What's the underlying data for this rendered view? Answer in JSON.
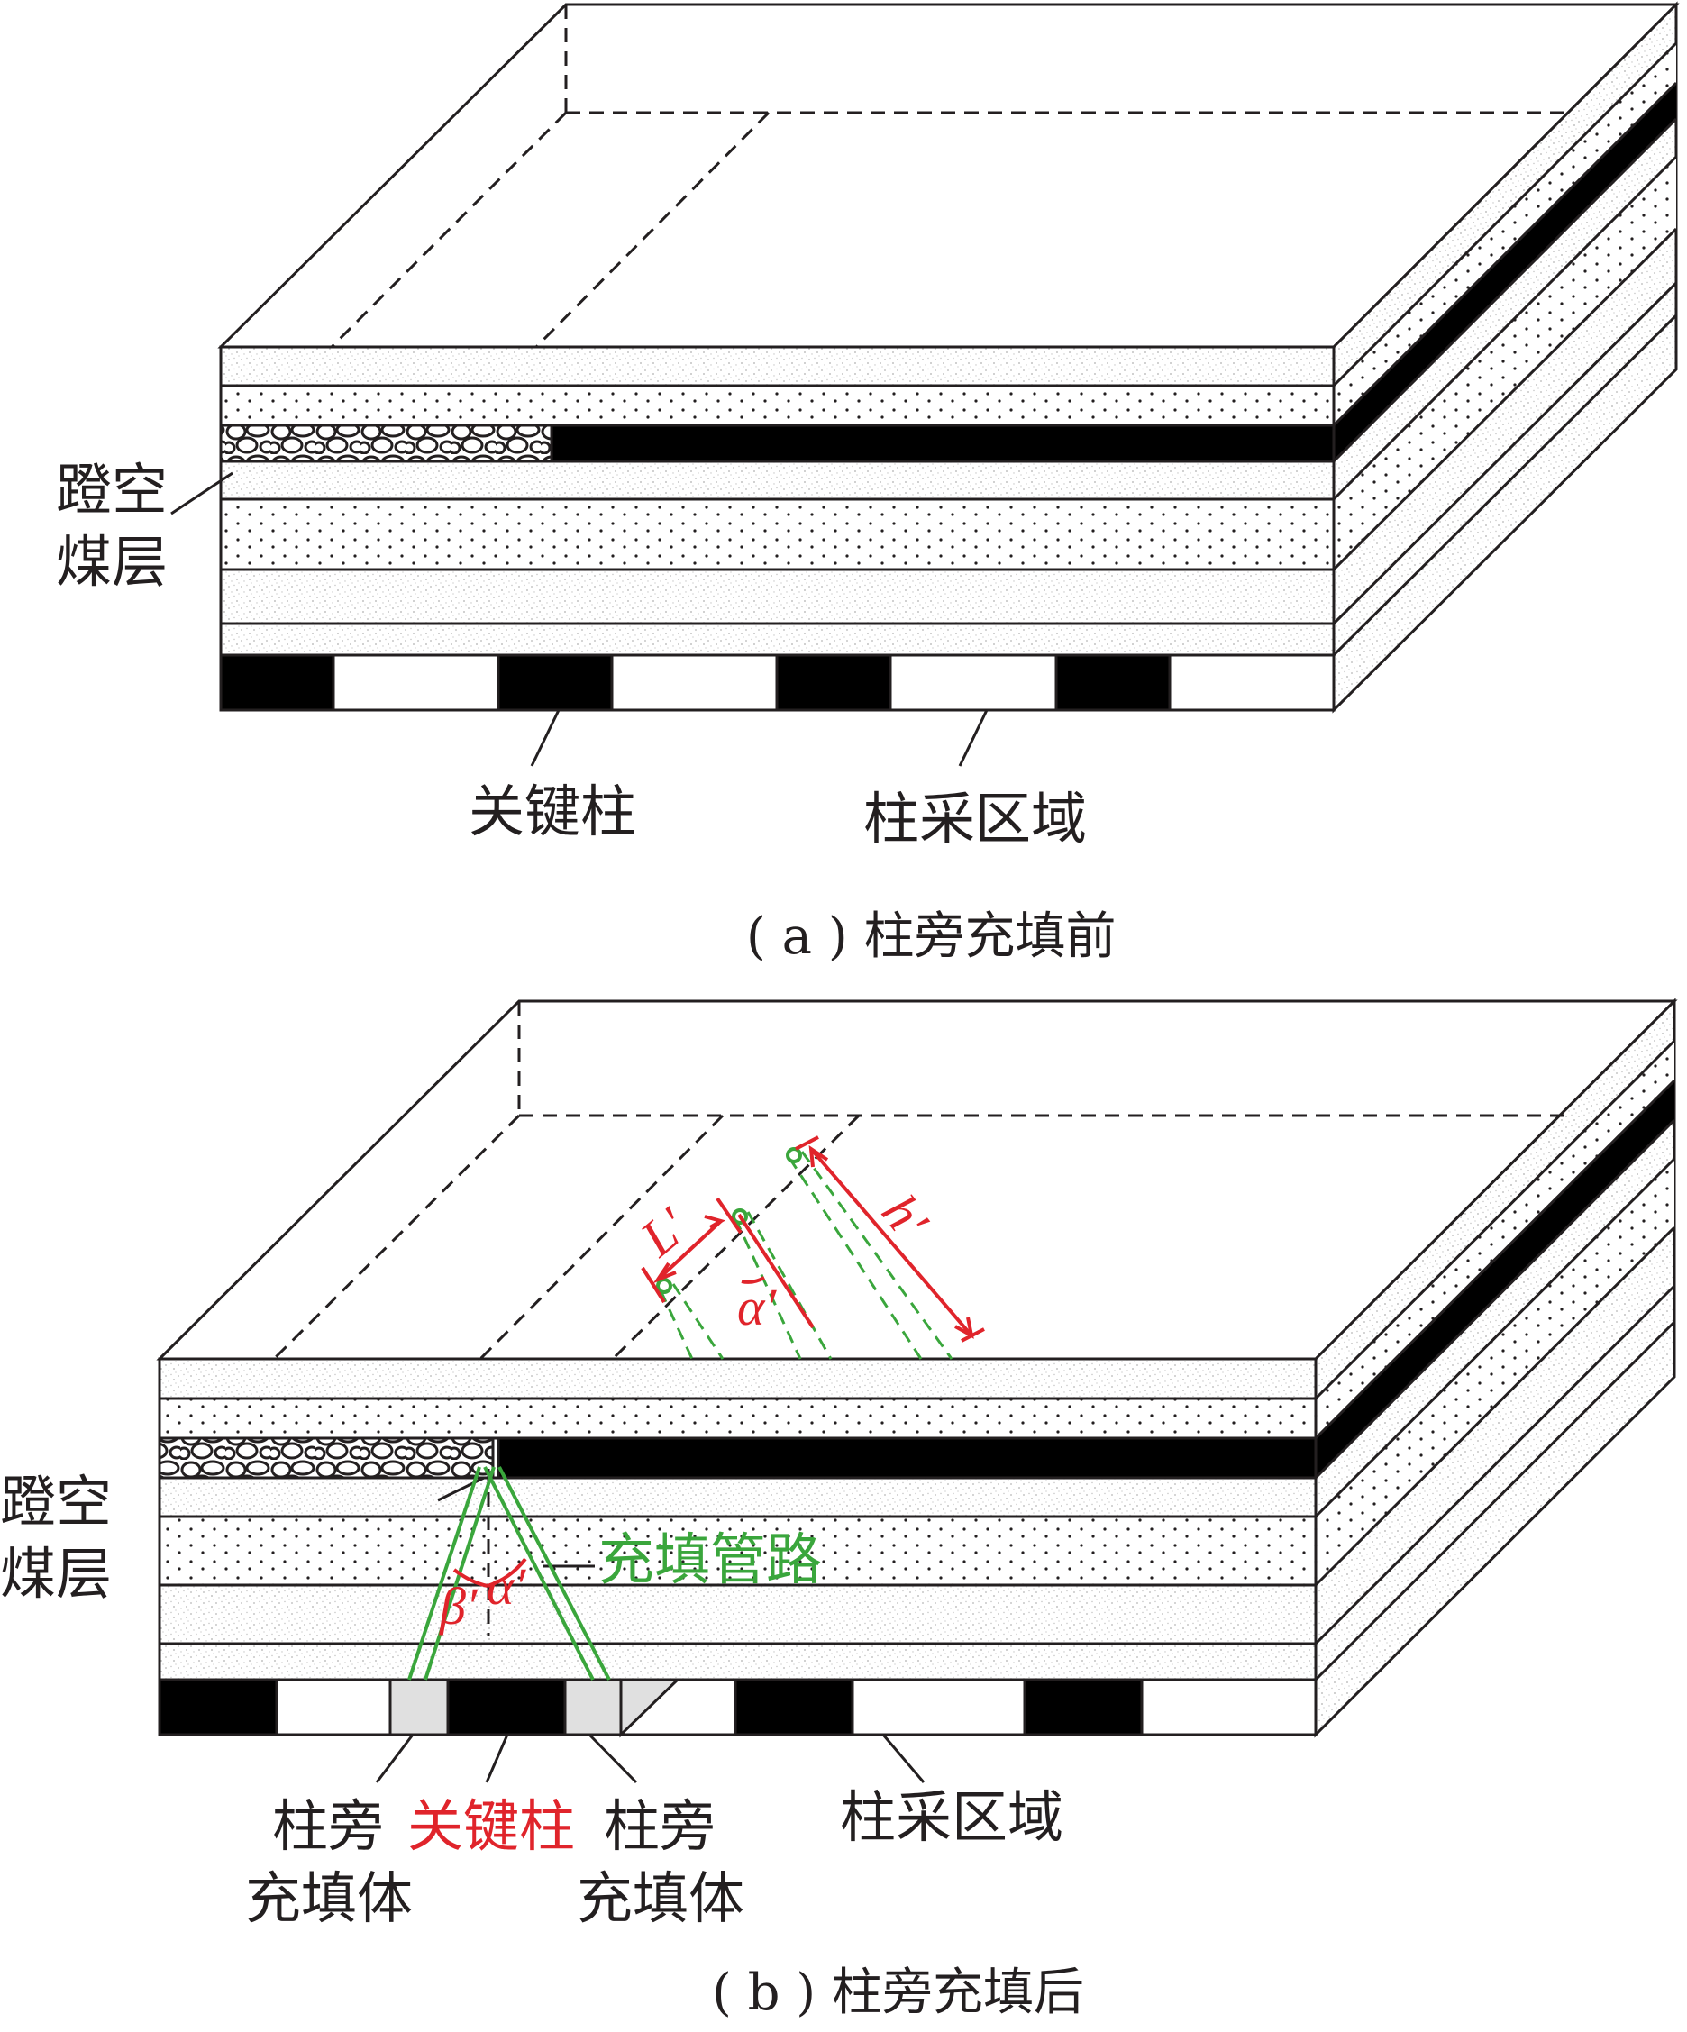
{
  "panel_a": {
    "label_goaf_1": "蹬空",
    "label_goaf_2": "煤层",
    "label_key_pillar": "关键柱",
    "label_mining_zone": "柱采区域",
    "caption": "( a ) 柱旁充填前"
  },
  "panel_b": {
    "label_goaf_1": "蹬空",
    "label_goaf_2": "煤层",
    "label_fill_pipe": "充填管路",
    "label_side_fill_left_1": "柱旁",
    "label_side_fill_left_2": "充填体",
    "label_key_pillar": "关键柱",
    "label_side_fill_right_1": "柱旁",
    "label_side_fill_right_2": "充填体",
    "label_mining_zone": "柱采区域",
    "sym_L": "L′",
    "sym_h": "h′",
    "sym_alpha_top": "α′",
    "sym_alpha": "α′",
    "sym_beta": "β′",
    "caption": "( b ) 柱旁充填后"
  },
  "colors": {
    "line": "#231f20",
    "coal": "#000000",
    "sandstone_speckle": "#b8b8b8",
    "fill_body": "#e0e0e0",
    "pipe": "#3aa63c",
    "dimension": "#e0242b"
  }
}
